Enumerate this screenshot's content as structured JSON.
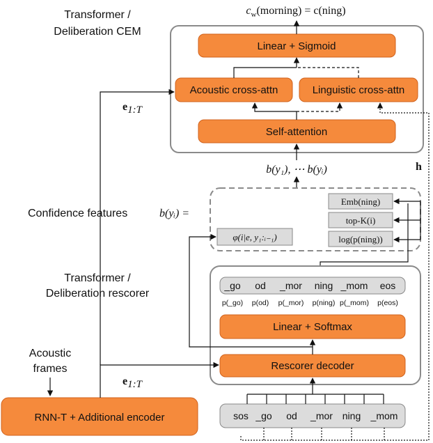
{
  "labels": {
    "top_left_1": "Transformer /",
    "top_left_2": "Deliberation CEM",
    "output_eq_pre": "c",
    "output_eq_sub": "w",
    "output_eq_post": "(morning) = c(ning)",
    "linear_sigmoid": "Linear + Sigmoid",
    "acoustic_attn": "Acoustic cross-attn",
    "linguistic_attn": "Linguistic cross-attn",
    "self_attn": "Self-attention",
    "e_label_top": "e",
    "e_sub": "1:T",
    "h_label": "h",
    "by_seq": "b(y₁), ⋯ b(yᵢ)",
    "conf_features": "Confidence features",
    "by_eq": "b(yᵢ) =",
    "emb": "Emb(ning)",
    "topk": "top-K(i)",
    "logp": "log(p(ning))",
    "phi": "φ(i|e, y₁:ᵢ₋₁)",
    "rescorer_1": "Transformer /",
    "rescorer_2": "Deliberation rescorer",
    "acoustic_1": "Acoustic",
    "acoustic_2": "frames",
    "linear_softmax": "Linear + Softmax",
    "rescorer_decoder": "Rescorer decoder",
    "rnnt": "RNN-T + Additional encoder",
    "e_label_bottom": "e"
  },
  "output_tokens": [
    "_go",
    "od",
    "_mor",
    "ning",
    "_mom",
    "eos"
  ],
  "prob_tokens": [
    "p(_go)",
    "p(od)",
    "p(_mor)",
    "p(ning)",
    "p(_mom)",
    "p(eos)"
  ],
  "input_tokens": [
    "sos",
    "_go",
    "od",
    "_mor",
    "ning",
    "_mom"
  ],
  "colors": {
    "block_fill": "#f58a3c",
    "block_stroke": "#d0621d",
    "gray_fill": "#dcdcdc",
    "highlight_token": "#b5581f"
  }
}
